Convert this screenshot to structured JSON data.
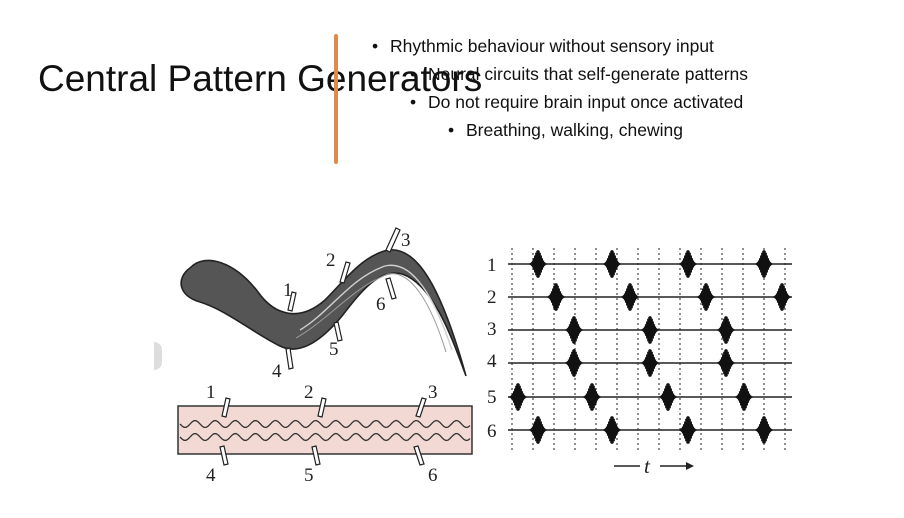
{
  "slide": {
    "title": "Central Pattern Generators",
    "bullets": [
      "Rhythmic behaviour without sensory input",
      "Neural circuits that self-generate patterns",
      "Do not require brain input once activated",
      "Breathing, walking, chewing"
    ]
  },
  "figure": {
    "electrode_labels": [
      "1",
      "2",
      "3",
      "4",
      "5",
      "6"
    ],
    "trace_labels": [
      "1",
      "2",
      "3",
      "4",
      "5",
      "6"
    ],
    "time_label": "t"
  }
}
